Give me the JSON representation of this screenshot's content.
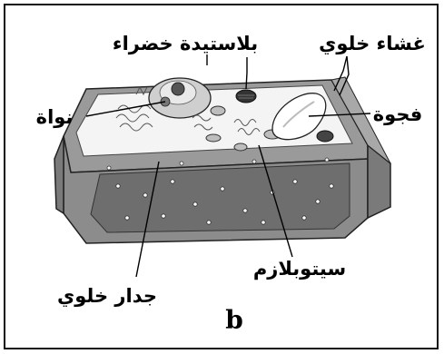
{
  "panel_letter": "b",
  "labels": {
    "chloroplast": "بلاستيدة خضراء",
    "cell_membrane": "غشاء خلوي",
    "nucleus": "نواة",
    "vacuole": "فجوة",
    "cytoplasm": "سيتوبلازم",
    "cell_wall": "جدار خلوي"
  }
}
